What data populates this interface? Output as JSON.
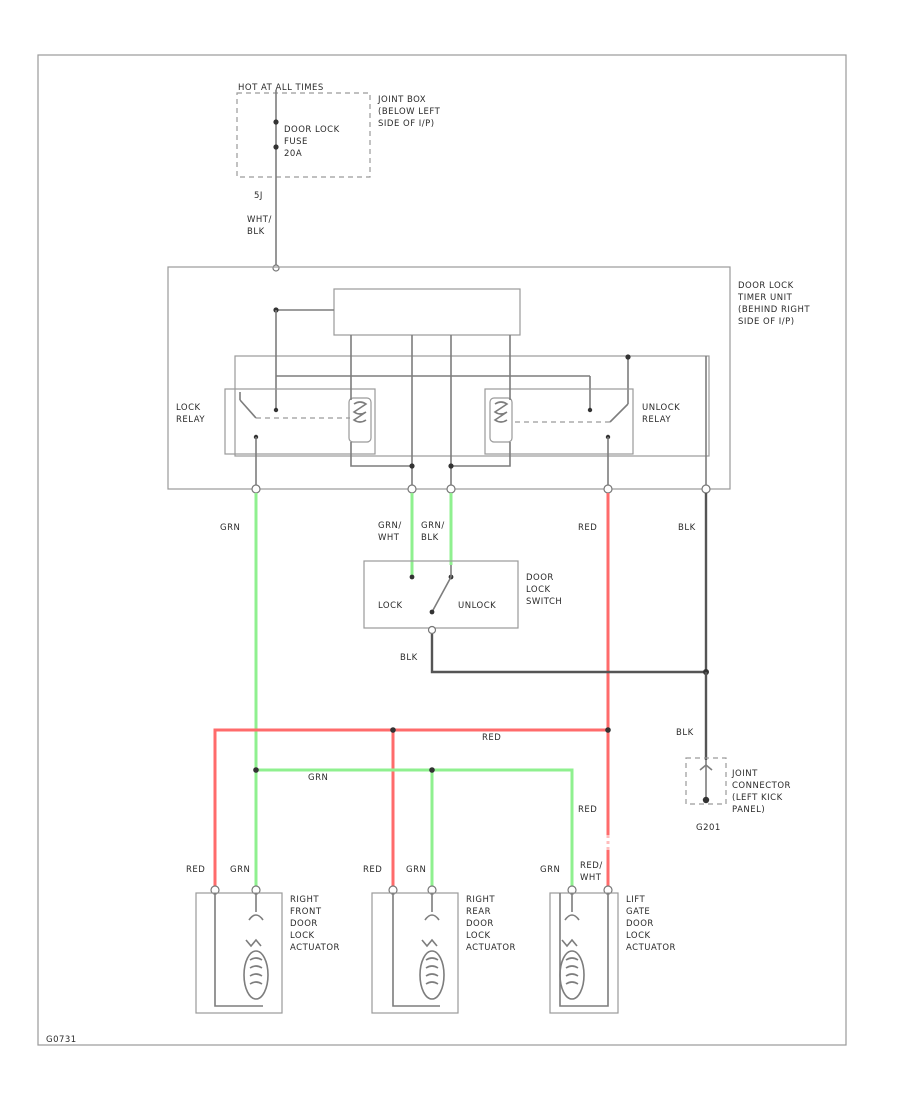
{
  "diagram": {
    "hot_at": "HOT AT ALL TIMES",
    "junction_box": [
      "JOINT BOX",
      "(BELOW LEFT",
      "SIDE OF I/P)"
    ],
    "fuse": [
      "DOOR LOCK",
      "FUSE",
      "20A"
    ],
    "fuse_pin": "5J",
    "wire_wht_blk": [
      "WHT/",
      "BLK"
    ],
    "timer_unit": [
      "DOOR LOCK",
      "TIMER UNIT",
      "(BEHIND RIGHT",
      "SIDE OF I/P)"
    ],
    "lock_relay": [
      "LOCK",
      "RELAY"
    ],
    "unlock_relay": [
      "UNLOCK",
      "RELAY"
    ],
    "wire_grn": "GRN",
    "wire_grn_wht": [
      "GRN/",
      "WHT"
    ],
    "wire_grn_blk": [
      "GRN/",
      "BLK"
    ],
    "wire_red": "RED",
    "wire_blk": "BLK",
    "switch": [
      "DOOR",
      "LOCK",
      "SWITCH"
    ],
    "switch_lock": "LOCK",
    "switch_unlock": "UNLOCK",
    "wire_red_wht": [
      "RED/",
      "WHT"
    ],
    "joint_connector": [
      "JOINT",
      "CONNECTOR",
      "(LEFT KICK",
      "PANEL)"
    ],
    "ground": "G201",
    "actuator_rf": [
      "RIGHT",
      "FRONT",
      "DOOR",
      "LOCK",
      "ACTUATOR"
    ],
    "actuator_rr": [
      "RIGHT",
      "REAR",
      "DOOR",
      "LOCK",
      "ACTUATOR"
    ],
    "actuator_lg": [
      "LIFT",
      "GATE",
      "DOOR",
      "LOCK",
      "ACTUATOR"
    ],
    "figure_id": "G0731",
    "colors": {
      "red": "#ff6b6b",
      "green": "#8ff08f",
      "black": "#555555"
    }
  }
}
